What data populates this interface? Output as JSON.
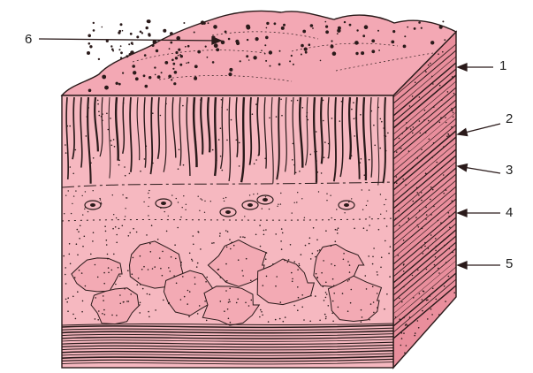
{
  "labels": [
    "1",
    "2",
    "3",
    "4",
    "5",
    "6"
  ],
  "colors": {
    "tissue_light": "#f6b8c0",
    "tissue_mid": "#ee9aa6",
    "tissue_side": "#e98e9c",
    "ink": "#2a1a1a"
  }
}
